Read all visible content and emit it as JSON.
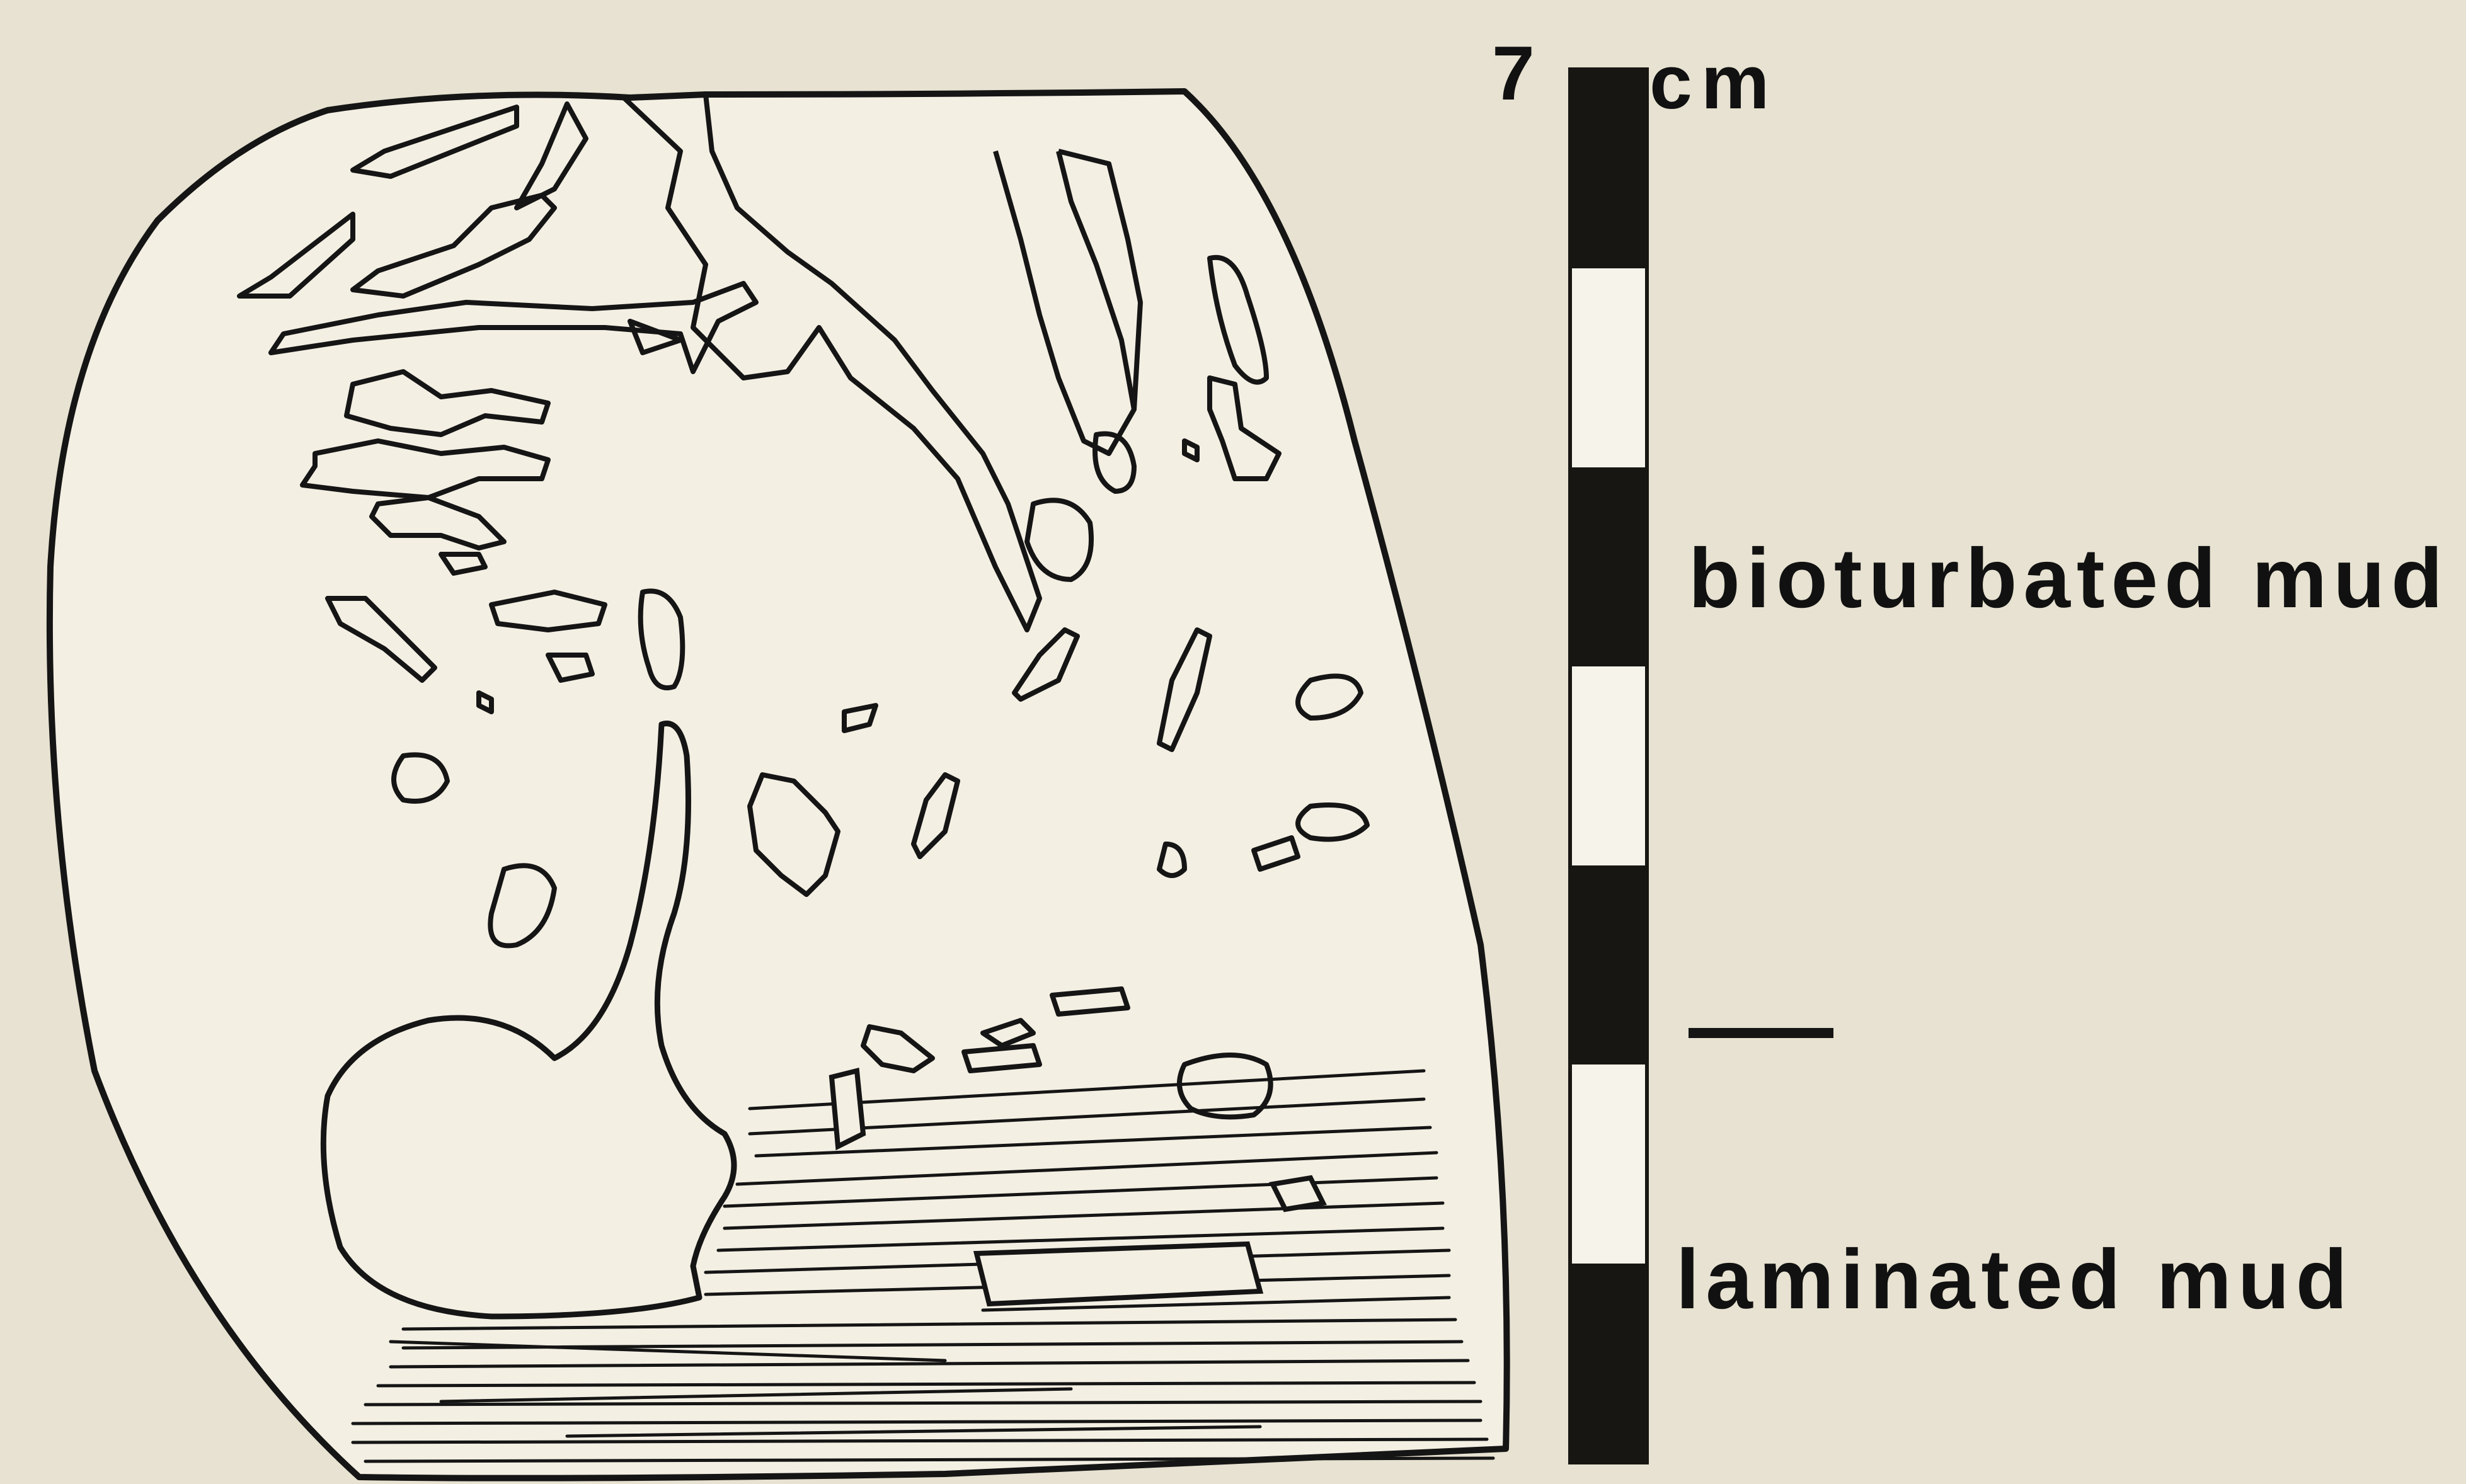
{
  "scale_bar": {
    "value_label": "7",
    "unit_label": "cm",
    "segments": [
      "black",
      "white",
      "black",
      "white",
      "black",
      "white",
      "black"
    ],
    "colors": {
      "black": "#181612",
      "white": "#f6f3ea"
    }
  },
  "labels": {
    "upper_unit": "bioturbated mud",
    "lower_unit": "laminated mud"
  },
  "colors": {
    "background": "#e7e2d1",
    "ink": "#151515",
    "specimen_fill": "#f3efe3"
  }
}
